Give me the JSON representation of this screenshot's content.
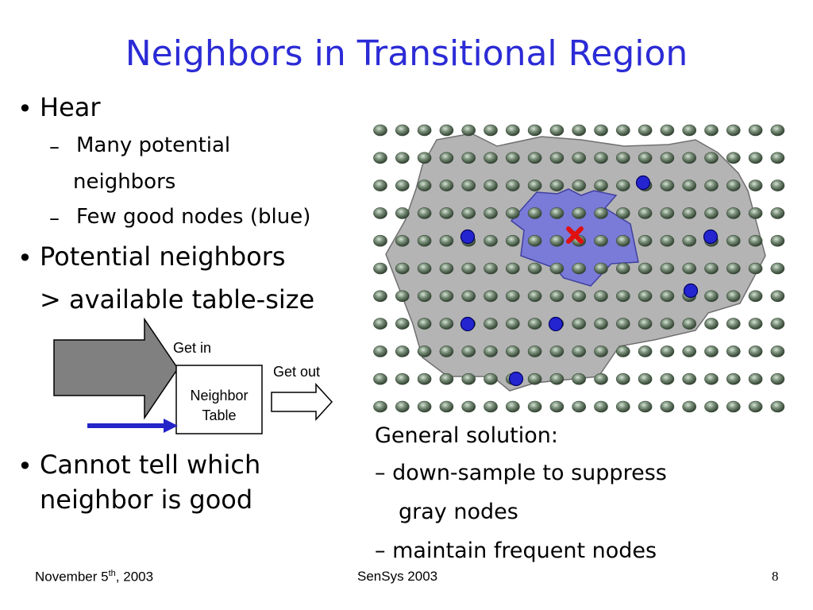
{
  "slide": {
    "title": "Neighbors in Transitional Region",
    "bullets": [
      {
        "text": "Hear",
        "subs": [
          "Many potential",
          "neighbors",
          "Few good nodes (blue)"
        ]
      },
      {
        "text": "Potential neighbors",
        "cont": "> available table-size"
      },
      {
        "text": "Cannot tell which",
        "cont": "neighbor is good"
      }
    ],
    "diagram": {
      "get_in": "Get in",
      "get_out": "Get out",
      "table_line1": "Neighbor",
      "table_line2": "Table"
    },
    "solution": {
      "heading": "General solution:",
      "line1": "– down-sample to suppress",
      "line2": "gray nodes",
      "line3": "– maintain frequent nodes"
    },
    "footer": {
      "date_prefix": "November 5",
      "date_sup": "th",
      "date_suffix": ", 2003",
      "conference": "SenSys 2003",
      "page": "8"
    },
    "colors": {
      "title": "#2b2bd6",
      "blue_node": "#2424d0",
      "gray_region": "#b4b4b4",
      "blue_region": "#7a7ad8",
      "center_mark": "#e01010"
    }
  }
}
